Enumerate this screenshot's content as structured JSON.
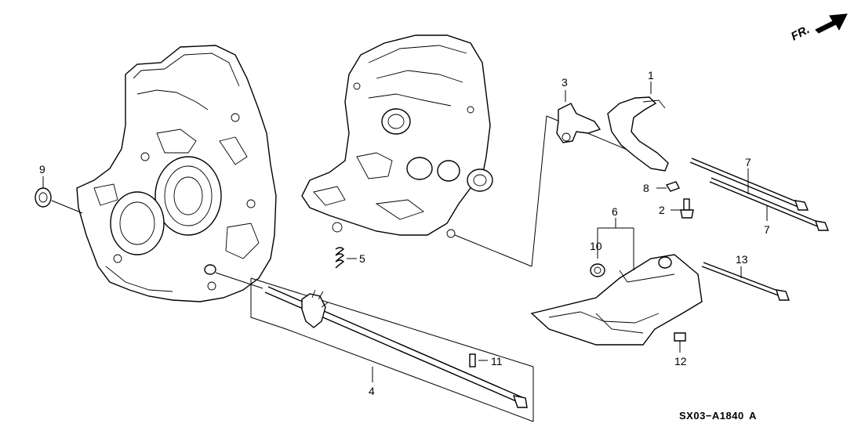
{
  "diagram": {
    "direction_label": "FR.",
    "diagram_code": "SX03−A1840",
    "revision": "A",
    "callouts": {
      "c1": "1",
      "c2": "2",
      "c3": "3",
      "c4": "4",
      "c5": "5",
      "c6": "6",
      "c7a": "7",
      "c7b": "7",
      "c8": "8",
      "c9": "9",
      "c10": "10",
      "c11": "11",
      "c12": "12",
      "c13": "13"
    }
  }
}
